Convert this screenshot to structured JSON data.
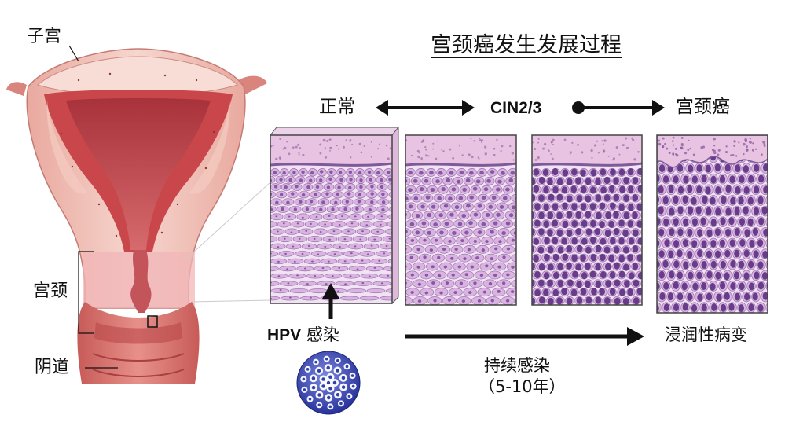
{
  "title": "宫颈癌发生发展过程",
  "stages": {
    "normal": "正常",
    "cin": "CIN2/3",
    "cancer": "宫颈癌"
  },
  "anatomy": {
    "uterus": "子宫",
    "cervix": "宫颈",
    "vagina": "阴道"
  },
  "hpv": {
    "bold": "HPV",
    "rest": " 感染"
  },
  "persistent": {
    "line1": "持续感染",
    "line2": "（5-10年）"
  },
  "invasive": "浸润性病变",
  "colors": {
    "tissue_light": "#f3cfc7",
    "tissue_dark": "#b84a4e",
    "cervix_zone": "#f2b9bb",
    "stroma": "#e9c3e2",
    "cell_fill": "#d9aee0",
    "nucleus_light": "#7c4f9c",
    "nucleus_dark": "#5b2f82",
    "virus_blue": "#3140a8",
    "arrow": "#111111"
  }
}
